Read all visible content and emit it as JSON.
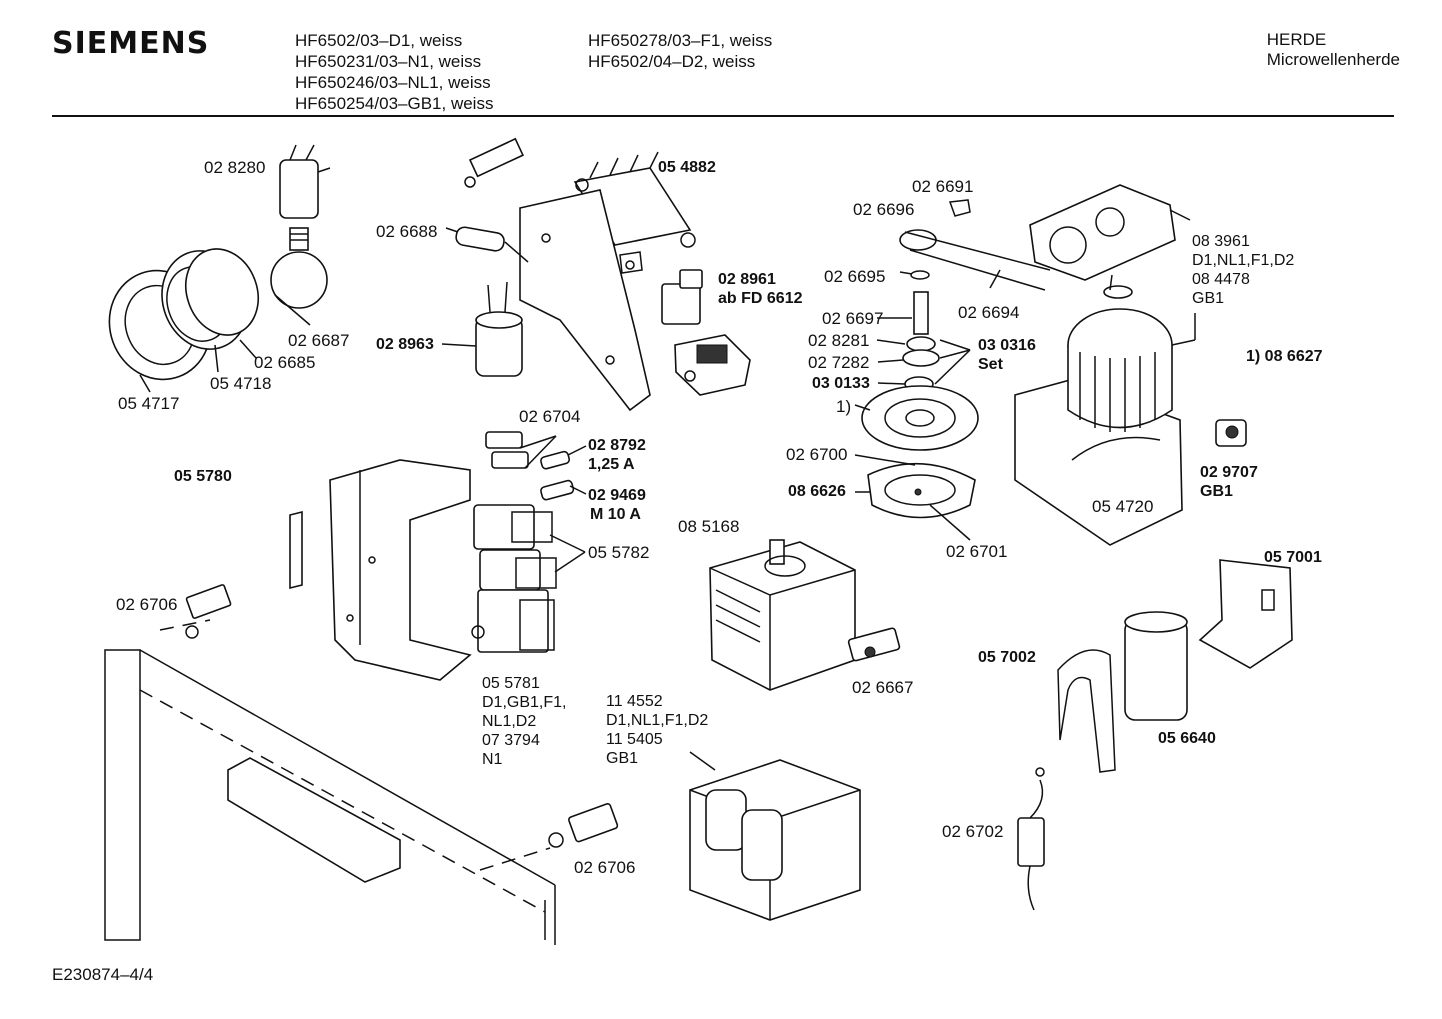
{
  "header": {
    "brand": "SIEMENS",
    "models_col1": [
      "HF6502/03–D1, weiss",
      "HF650231/03–N1, weiss",
      "HF650246/03–NL1, weiss",
      "HF650254/03–GB1, weiss"
    ],
    "models_col2": [
      "HF650278/03–F1, weiss",
      "HF6502/04–D2, weiss"
    ],
    "category": [
      "HERDE",
      "Microwellenherde"
    ]
  },
  "footer": {
    "drawing_id": "E230874–4/4"
  },
  "part_labels": {
    "p028280": "02 8280",
    "p026687": "02 6687",
    "p026685": "02 6685",
    "p054718": "05 4718",
    "p054717": "05 4717",
    "p054882": "05 4882",
    "p026688": "02 6688",
    "p028961": "02 8961",
    "p028961_note": "ab FD 6612",
    "p028963": "02 8963",
    "p026691": "02 6691",
    "p026696": "02 6696",
    "p026695": "02 6695",
    "p026694": "02 6694",
    "p026697": "02 6697",
    "p028281": "02 8281",
    "p027282": "02 7282",
    "p030133": "03 0133",
    "p030316": "03 0316",
    "p030316_note": "Set",
    "ref1": "1)",
    "ref1_086627": "1)  08 6627",
    "p083961_block": [
      "08 3961",
      "D1,NL1,F1,D2",
      "08 4478",
      "GB1"
    ],
    "p026704": "02 6704",
    "p028792": "02 8792",
    "p028792_note": "1,25 A",
    "p029469": "02 9469",
    "p029469_note": "M 10 A",
    "p055780": "05 5780",
    "p055782": "05 5782",
    "p026700": "02 6700",
    "p086626": "08 6626",
    "p026701": "02 6701",
    "p054720": "05 4720",
    "p029707": "02 9707",
    "p029707_note": "GB1",
    "p085168": "08 5168",
    "p057001": "05 7001",
    "p026706_left": "02 6706",
    "p055781_block": [
      "05 5781",
      "D1,GB1,F1,",
      "NL1,D2",
      "07 3794",
      "N1"
    ],
    "p114552_block": [
      "11 4552",
      "D1,NL1,F1,D2",
      "11 5405",
      "GB1"
    ],
    "p026667": "02 6667",
    "p057002": "05 7002",
    "p056640": "05 6640",
    "p026702": "02 6702",
    "p026706_bottom": "02  6706"
  }
}
